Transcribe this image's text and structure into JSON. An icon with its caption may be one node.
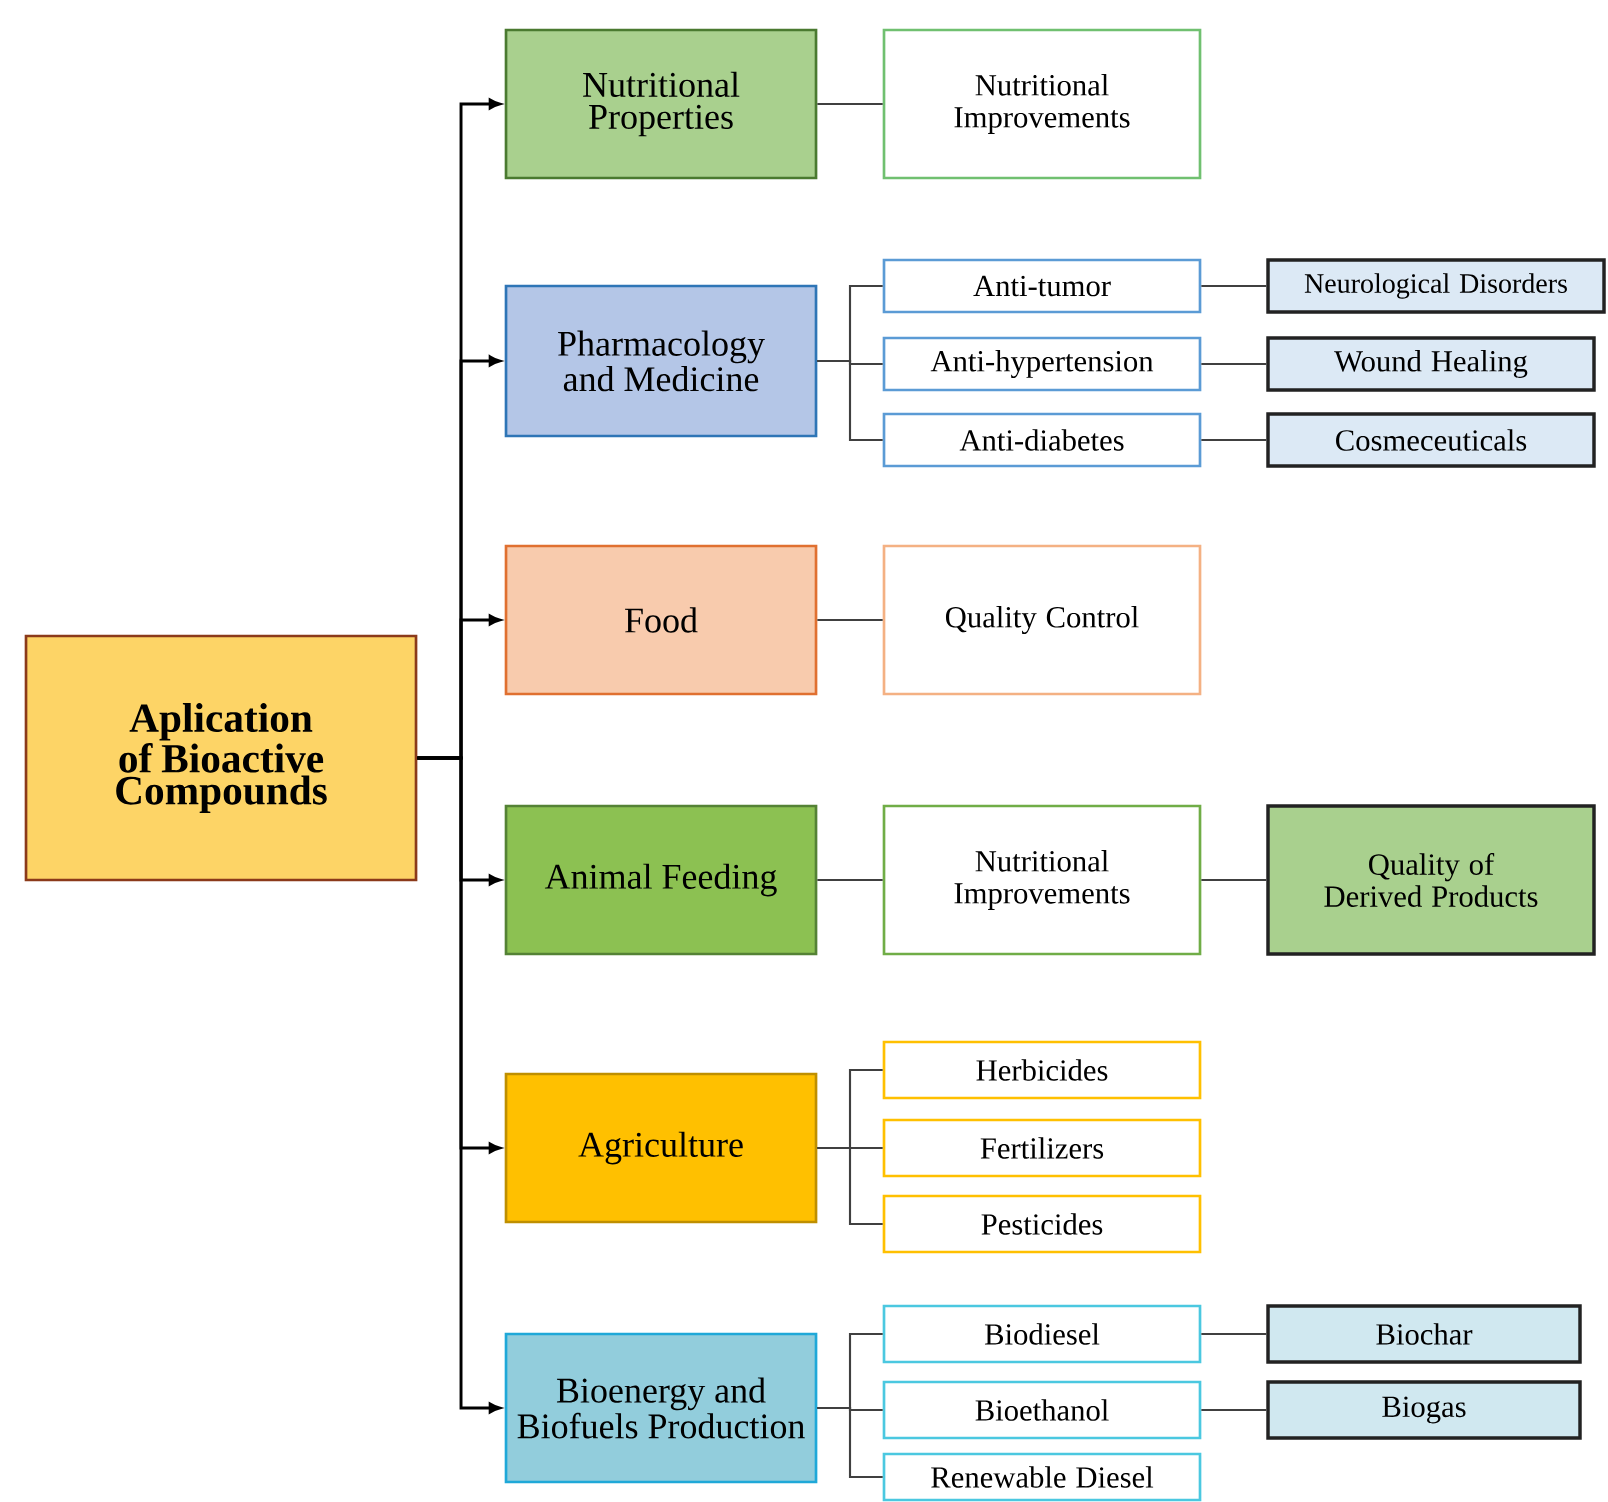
{
  "diagram": {
    "nodes": [
      {
        "text": [
          "Aplication of Bioactive Compounds"
        ]
      },
      {
        "text": [
          "Nutritional Properties"
        ]
      },
      {
        "text": [
          "Nutritional Improvements"
        ]
      },
      {
        "text": [
          "Pharmacology and Medicine"
        ]
      },
      {
        "text": [
          "Anti-tumor"
        ]
      },
      {
        "text": [
          "Anti-hypertension"
        ]
      },
      {
        "text": [
          "Anti-diabetes"
        ]
      },
      {
        "text": [
          "Neurological Disorders"
        ]
      },
      {
        "text": [
          "Wound Healing"
        ]
      },
      {
        "text": [
          "Cosmeceuticals"
        ]
      },
      {
        "text": [
          "Food"
        ]
      },
      {
        "text": [
          "Quality Control"
        ]
      },
      {
        "text": [
          "Animal Feeding"
        ]
      },
      {
        "text": [
          "Nutritional Improvements"
        ]
      },
      {
        "text": [
          "Quality of Derived Products"
        ]
      },
      {
        "text": [
          "Agriculture"
        ]
      },
      {
        "text": [
          "Herbicides"
        ]
      },
      {
        "text": [
          "Fertilizers"
        ]
      },
      {
        "text": [
          "Pesticides"
        ]
      },
      {
        "text": [
          "Bioenergy and Biofuels Production"
        ]
      },
      {
        "text": [
          "Biodiesel"
        ]
      },
      {
        "text": [
          "Bioethanol"
        ]
      },
      {
        "text": [
          "Renewable Diesel"
        ]
      },
      {
        "text": [
          "Biochar"
        ]
      },
      {
        "text": [
          "Biogas"
        ]
      }
    ],
    "edges": [
      {
        "from": 0,
        "to": 1,
        "arrow": "to"
      },
      {
        "from": 0,
        "to": 3,
        "arrow": "to"
      },
      {
        "from": 0,
        "to": 10,
        "arrow": "to"
      },
      {
        "from": 0,
        "to": 12,
        "arrow": "to"
      },
      {
        "from": 0,
        "to": 15,
        "arrow": "to"
      },
      {
        "from": 0,
        "to": 19,
        "arrow": "to"
      },
      {
        "from": 1,
        "to": 2,
        "arrow": "none"
      },
      {
        "from": 3,
        "to": 4,
        "arrow": "none"
      },
      {
        "from": 3,
        "to": 5,
        "arrow": "none"
      },
      {
        "from": 3,
        "to": 6,
        "arrow": "none"
      },
      {
        "from": 4,
        "to": 7,
        "arrow": "none"
      },
      {
        "from": 5,
        "to": 8,
        "arrow": "none"
      },
      {
        "from": 6,
        "to": 9,
        "arrow": "none"
      },
      {
        "from": 10,
        "to": 11,
        "arrow": "none"
      },
      {
        "from": 12,
        "to": 13,
        "arrow": "none"
      },
      {
        "from": 13,
        "to": 14,
        "arrow": "none"
      },
      {
        "from": 15,
        "to": 16,
        "arrow": "none"
      },
      {
        "from": 15,
        "to": 17,
        "arrow": "none"
      },
      {
        "from": 15,
        "to": 18,
        "arrow": "none"
      },
      {
        "from": 19,
        "to": 20,
        "arrow": "none"
      },
      {
        "from": 19,
        "to": 21,
        "arrow": "none"
      },
      {
        "from": 19,
        "to": 22,
        "arrow": "none"
      },
      {
        "from": 20,
        "to": 23,
        "arrow": "none"
      },
      {
        "from": 21,
        "to": 24,
        "arrow": "none"
      }
    ]
  }
}
